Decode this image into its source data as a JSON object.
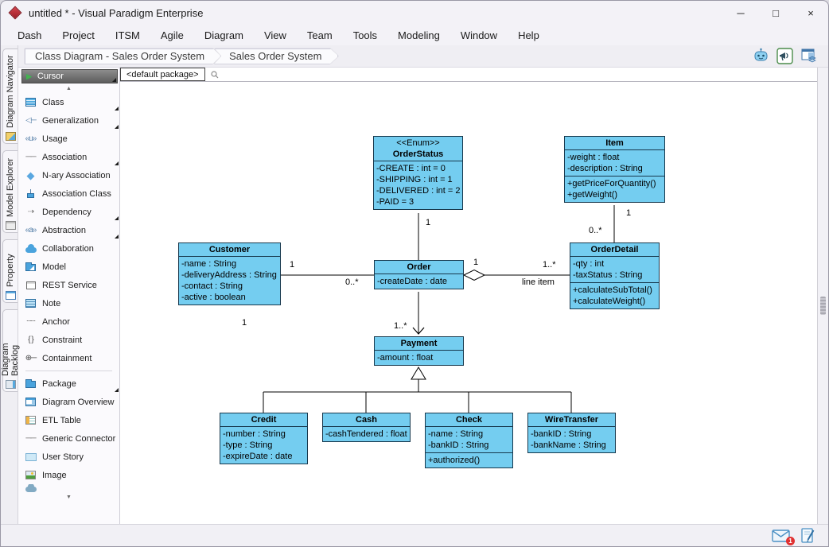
{
  "window": {
    "title": "untitled * - Visual Paradigm Enterprise"
  },
  "window_controls": {
    "minimize": "─",
    "maximize": "□",
    "close": "×"
  },
  "menu": {
    "items": [
      "Dash",
      "Project",
      "ITSM",
      "Agile",
      "Diagram",
      "View",
      "Team",
      "Tools",
      "Modeling",
      "Window",
      "Help"
    ]
  },
  "breadcrumb": {
    "items": [
      "Class Diagram - Sales Order System",
      "Sales Order System"
    ]
  },
  "side_tabs": {
    "items": [
      {
        "label": "Diagram Navigator"
      },
      {
        "label": "Model Explorer"
      },
      {
        "label": "Property"
      },
      {
        "label": "Diagram Backlog"
      }
    ]
  },
  "palette": {
    "cursor_label": "Cursor",
    "items": [
      {
        "label": "Class"
      },
      {
        "label": "Generalization"
      },
      {
        "label": "Usage"
      },
      {
        "label": "Association"
      },
      {
        "label": "N-ary Association"
      },
      {
        "label": "Association Class"
      },
      {
        "label": "Dependency"
      },
      {
        "label": "Abstraction"
      },
      {
        "label": "Collaboration"
      },
      {
        "label": "Model"
      },
      {
        "label": "REST Service"
      },
      {
        "label": "Note"
      },
      {
        "label": "Anchor"
      },
      {
        "label": "Constraint"
      },
      {
        "label": "Containment"
      },
      {
        "label": "Package"
      },
      {
        "label": "Diagram Overview"
      },
      {
        "label": "ETL Table"
      },
      {
        "label": "Generic Connector"
      },
      {
        "label": "User Story"
      },
      {
        "label": "Image"
      }
    ]
  },
  "canvas": {
    "tab_label": "<default package>"
  },
  "icons": {
    "cursor": "▶",
    "scroll_up": "▲",
    "scroll_down": "▼",
    "generalization": "◁─",
    "usage": "«u»",
    "association": "──",
    "nary_association": "◆",
    "dependency": "⇢",
    "abstraction": "«a»",
    "anchor": "┄┄",
    "constraint": "{ }",
    "containment": "⊕─",
    "generic_connector": "──"
  },
  "diagram": {
    "classes": {
      "order_status": {
        "stereotype": "<<Enum>>",
        "name": "OrderStatus",
        "attributes": [
          "-CREATE : int = 0",
          "-SHIPPING : int = 1",
          "-DELIVERED : int = 2",
          "-PAID = 3"
        ]
      },
      "item": {
        "name": "Item",
        "attributes": [
          "-weight : float",
          "-description : String"
        ],
        "operations": [
          "+getPriceForQuantity()",
          "+getWeight()"
        ]
      },
      "customer": {
        "name": "Customer",
        "attributes": [
          "-name : String",
          "-deliveryAddress : String",
          "-contact : String",
          "-active : boolean"
        ]
      },
      "order": {
        "name": "Order",
        "attributes": [
          "-createDate : date"
        ]
      },
      "order_detail": {
        "name": "OrderDetail",
        "attributes": [
          "-qty : int",
          "-taxStatus : String"
        ],
        "operations": [
          "+calculateSubTotal()",
          "+calculateWeight()"
        ]
      },
      "payment": {
        "name": "Payment",
        "attributes": [
          "-amount : float"
        ]
      },
      "credit": {
        "name": "Credit",
        "attributes": [
          "-number : String",
          "-type : String",
          "-expireDate : date"
        ]
      },
      "cash": {
        "name": "Cash",
        "attributes": [
          "-cashTendered : float"
        ]
      },
      "check": {
        "name": "Check",
        "attributes": [
          "-name : String",
          "-bankID : String"
        ],
        "operations": [
          "+authorized()"
        ]
      },
      "wire_transfer": {
        "name": "WireTransfer",
        "attributes": [
          "-bankID : String",
          "-bankName : String"
        ]
      }
    },
    "labels": {
      "orderstatus_order": "1",
      "customer_end": "1",
      "order_end": "0..*",
      "aggregate_end": "1",
      "orderdetail_end": "1..*",
      "association_name": "line item",
      "item_end": "1",
      "detail_item_end": "0..*",
      "payment_end": "1..*",
      "customer_floating": "1"
    },
    "colors": {
      "class_fill": "#74cdf0",
      "class_border": "#17384d"
    }
  },
  "statusbar": {
    "mail_badge": "1"
  }
}
